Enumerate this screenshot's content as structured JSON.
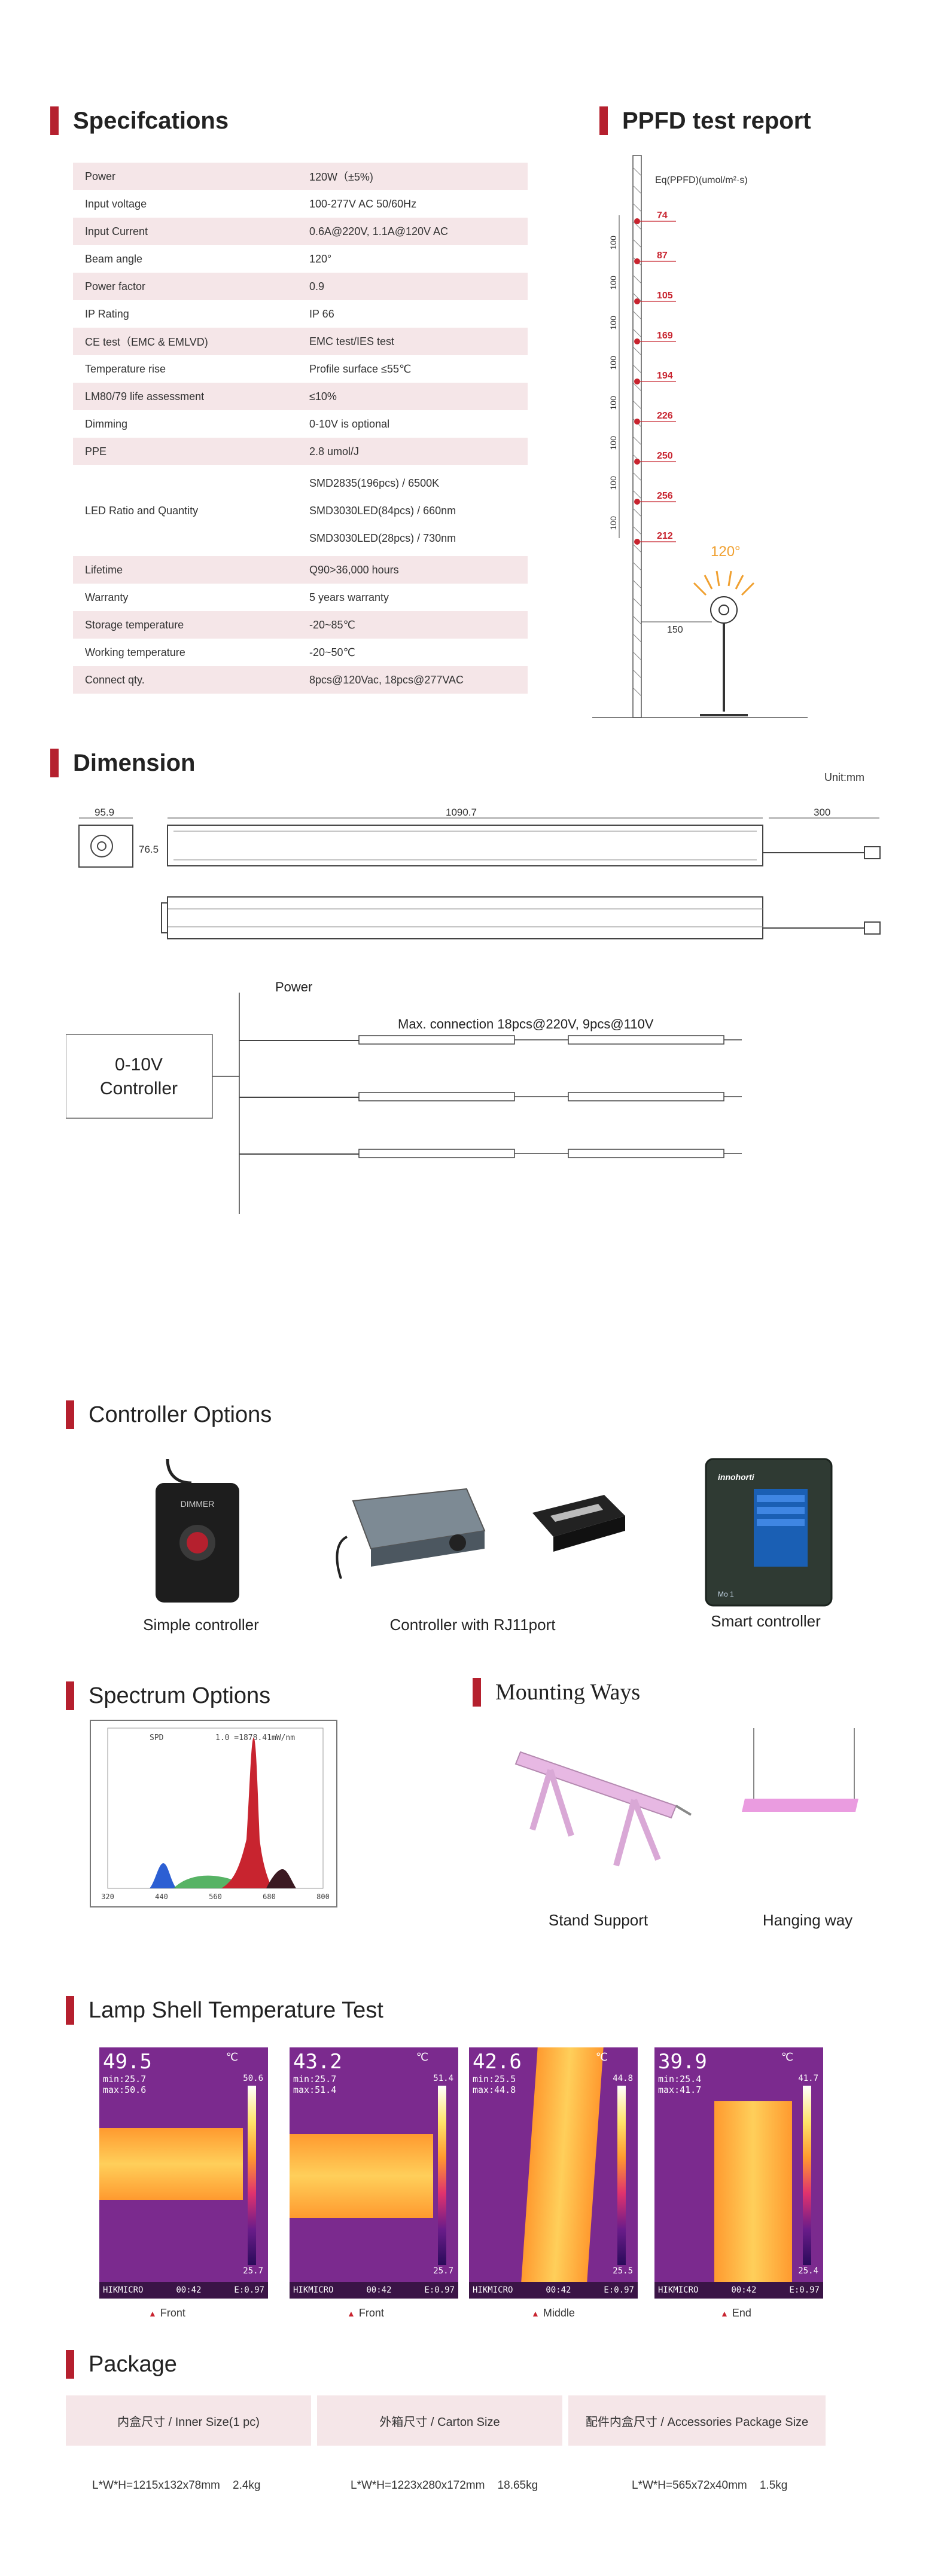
{
  "spec": {
    "title": "Specifcations",
    "rows": [
      {
        "k": "Power",
        "v": "120W（±5%)"
      },
      {
        "k": "Input voltage",
        "v": "100-277V AC 50/60Hz"
      },
      {
        "k": "Input Current",
        "v": "0.6A@220V, 1.1A@120V AC"
      },
      {
        "k": "Beam angle",
        "v": "120°"
      },
      {
        "k": "Power factor",
        "v": "0.9"
      },
      {
        "k": "IP Rating",
        "v": "IP 66"
      },
      {
        "k": "CE test（EMC & EMLVD)",
        "v": "EMC test/IES test"
      },
      {
        "k": "Temperature rise",
        "v": "Profile surface ≤55℃"
      },
      {
        "k": "LM80/79 life assessment",
        "v": "≤10%"
      },
      {
        "k": "Dimming",
        "v": "0-10V is optional"
      },
      {
        "k": "PPE",
        "v": "2.8 umol/J"
      },
      {
        "k": "LED Ratio and Quantity",
        "v1": "SMD2835(196pcs) / 6500K",
        "v2": "SMD3030LED(84pcs) / 660nm",
        "v3": "SMD3030LED(28pcs) / 730nm"
      },
      {
        "k": "Lifetime",
        "v": "Q90>36,000 hours"
      },
      {
        "k": "Warranty",
        "v": "5 years warranty"
      },
      {
        "k": "Storage temperature",
        "v": "-20~85℃"
      },
      {
        "k": "Working temperature",
        "v": "-20~50℃"
      },
      {
        "k": "Connect qty.",
        "v": "8pcs@120Vac, 18pcs@277VAC"
      }
    ]
  },
  "ppfd": {
    "title": "PPFD test report",
    "eq_label": "Eq(PPFD)(umol/m²·s)",
    "values": [
      "74",
      "87",
      "105",
      "169",
      "194",
      "226",
      "250",
      "256",
      "212"
    ],
    "spacing_label": "100",
    "angle": "120°",
    "offset": "150"
  },
  "dimension": {
    "title": "Dimension",
    "unit": "Unit:mm",
    "width": "95.9",
    "height": "76.5",
    "length": "1090.7",
    "cable": "300",
    "power_label": "Power",
    "max_conn": "Max. connection 18pcs@220V, 9pcs@110V",
    "controller_line1": "0-10V",
    "controller_line2": "Controller"
  },
  "controllers": {
    "title": "Controller Options",
    "simple": "Simple controller",
    "rj11": "Controller with RJ11port",
    "smart": "Smart controller",
    "dimmer_text": "DIMMER",
    "brand": "innohorti",
    "model": "Mo 1"
  },
  "spectrum": {
    "title": "Spectrum Options",
    "spd": "SPD",
    "reading": "1.0 =1878.41mW/nm",
    "ticks": [
      "320",
      "440",
      "560",
      "680",
      "800"
    ]
  },
  "mounting": {
    "title": "Mounting Ways",
    "stand": "Stand Support",
    "hanging": "Hanging way"
  },
  "thermal": {
    "title": "Lamp Shell Temperature Test",
    "unit": "℃",
    "brand": "HIKMICRO",
    "time": "00:42",
    "emissivity": "E:0.97",
    "images": [
      {
        "temp": "49.5",
        "min": "min:25.7",
        "max": "max:50.6",
        "smax": "50.6",
        "smin": "25.7",
        "caption": "Front"
      },
      {
        "temp": "43.2",
        "min": "min:25.7",
        "max": "max:51.4",
        "smax": "51.4",
        "smin": "25.7",
        "caption": "Front"
      },
      {
        "temp": "42.6",
        "min": "min:25.5",
        "max": "max:44.8",
        "smax": "44.8",
        "smin": "25.5",
        "caption": "Middle"
      },
      {
        "temp": "39.9",
        "min": "min:25.4",
        "max": "max:41.7",
        "smax": "41.7",
        "smin": "25.4",
        "caption": "End"
      }
    ]
  },
  "package": {
    "title": "Package",
    "heads": [
      "内盒尺寸 / Inner Size(1 pc)",
      "外箱尺寸 / Carton Size",
      "配件内盒尺寸 / Accessories Package Size"
    ],
    "vals": [
      {
        "dim": "L*W*H=1215x132x78mm",
        "wt": "2.4kg"
      },
      {
        "dim": "L*W*H=1223x280x172mm",
        "wt": "18.65kg"
      },
      {
        "dim": "L*W*H=565x72x40mm",
        "wt": "1.5kg"
      }
    ]
  },
  "colors": {
    "accent": "#b5202e",
    "table_pink": "#f5e6e8",
    "ppfd_red": "#c8242f",
    "beam_orange": "#f0a030"
  }
}
